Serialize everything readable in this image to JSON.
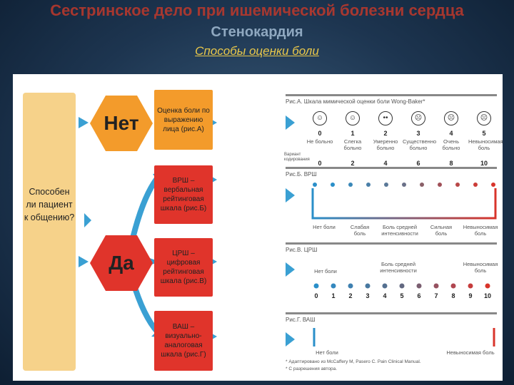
{
  "header": {
    "title": "Сестринское дело при ишемической болезни сердца",
    "subtitle": "Стенокардия",
    "section": "Способы оценки боли"
  },
  "flow": {
    "question": "Способен ли пациент к общению?",
    "no": "Нет",
    "yes": "Да",
    "boxes": [
      "Оценка боли по выражению лица (рис.А)",
      "ВРШ – вербальная рейтинговая шкала (рис.Б)",
      "ЦРШ – цифровая рейтинговая шкала (рис.В)",
      "ВАШ – визуально-аналоговая шкала (рис.Г)"
    ]
  },
  "scales": {
    "a_title": "Рис.А. Шкала мимической оценки боли Wong-Baker*",
    "a_faces": [
      {
        "num": "0",
        "label": "Не больно",
        "icon": "smile-face-icon"
      },
      {
        "num": "1",
        "label": "Слегка больно",
        "icon": "slight-smile-face-icon"
      },
      {
        "num": "2",
        "label": "Умеренно больно",
        "icon": "neutral-face-icon"
      },
      {
        "num": "3",
        "label": "Существенно больно",
        "icon": "frown-face-icon"
      },
      {
        "num": "4",
        "label": "Очень больно",
        "icon": "sad-face-icon"
      },
      {
        "num": "5",
        "label": "Невыносимая боль",
        "icon": "crying-face-icon"
      }
    ],
    "a_alt_label": "Вариант кодирования",
    "a_alt_values": [
      "0",
      "2",
      "4",
      "6",
      "8",
      "10"
    ],
    "b_title": "Рис.Б. ВРШ",
    "b_labels": [
      "Нет боли",
      "Слабая боль",
      "Боль средней интенсивности",
      "Сильная боль",
      "Невыносимая боль"
    ],
    "c_title": "Рис.В. ЦРШ",
    "c_labels": [
      "Нет боли",
      "Боль средней интенсивности",
      "Невыносимая боль"
    ],
    "c_numbers": [
      "0",
      "1",
      "2",
      "3",
      "4",
      "5",
      "6",
      "7",
      "8",
      "9",
      "10"
    ],
    "d_title": "Рис.Г. ВАШ",
    "d_labels": [
      "Нет боли",
      "Невыносимая боль"
    ],
    "footnote1": "* Адаптировано из McCaffery M, Pasero C. Pain Clinical Manual.",
    "footnote2": "* С разрешения автора."
  }
}
